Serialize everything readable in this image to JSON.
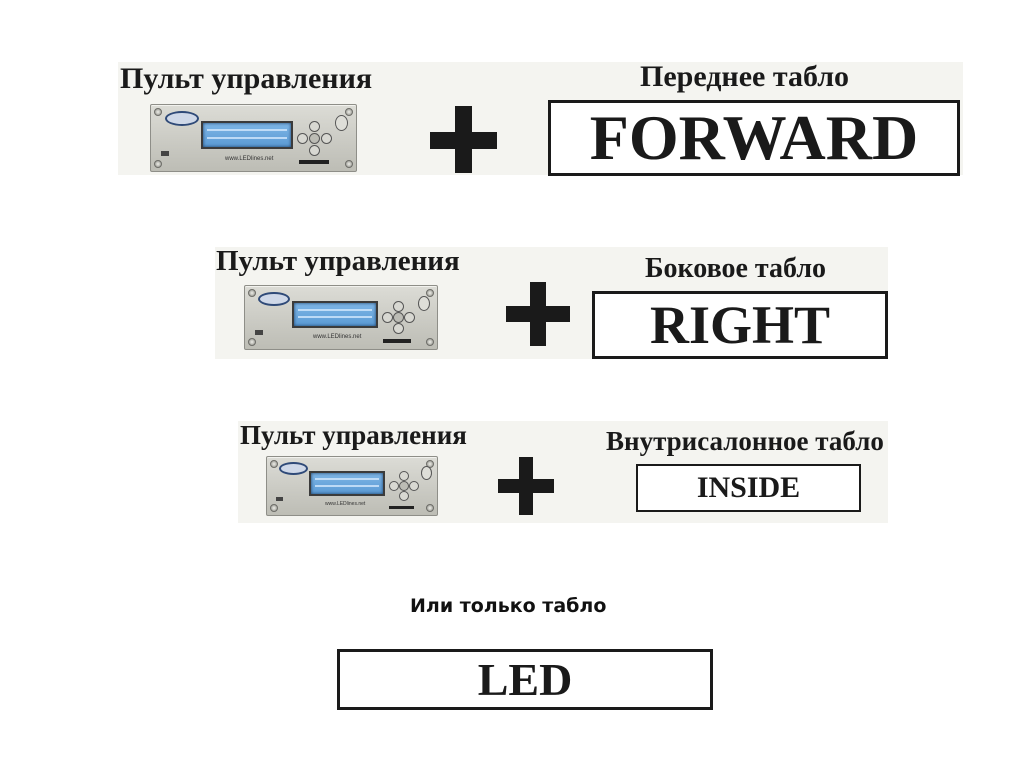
{
  "rows": [
    {
      "panel_label": "Пульт управления",
      "display_label": "Переднее табло",
      "display_text": "FORWARD",
      "site_text": "www.LEDlines.net"
    },
    {
      "panel_label": "Пульт управления",
      "display_label": "Боковое табло",
      "display_text": "RIGHT",
      "site_text": "www.LEDlines.net"
    },
    {
      "panel_label": "Пульт управления",
      "display_label": "Внутрисалонное табло",
      "display_text": "INSIDE",
      "site_text": "www.LEDlines.net"
    }
  ],
  "alternative": {
    "label": "Или только табло",
    "display_text": "LED"
  },
  "icons": {
    "plus": "plus-icon",
    "usb": "usb-icon",
    "dpad": "dpad-icon",
    "power": "power-icon",
    "logo": "logo-icon"
  },
  "colors": {
    "ink": "#1a1a1a",
    "lcd": "#6aa7dc",
    "device": "#c9c9c2"
  }
}
